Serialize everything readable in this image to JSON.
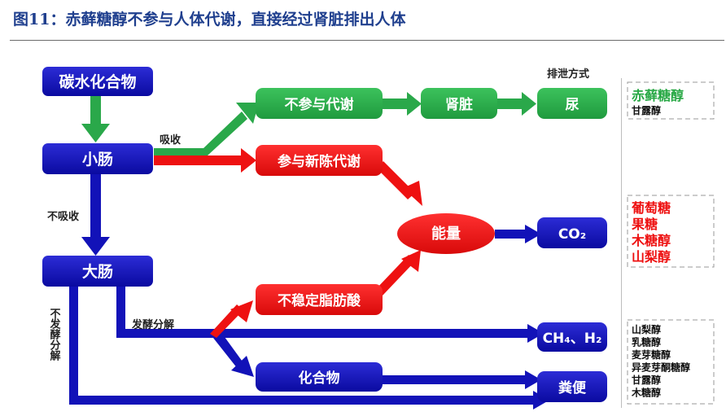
{
  "title": "图11：赤藓糖醇不参与人体代谢，直接经过肾脏排出人体",
  "nodes": {
    "carbs": "碳水化合物",
    "small_intestine": "小肠",
    "large_intestine": "大肠",
    "not_metabolized": "不参与代谢",
    "kidney": "肾脏",
    "urine": "尿",
    "new_metabolism": "参与新陈代谢",
    "energy": "能量",
    "co2": "CO₂",
    "unstable_fatty_acid": "不稳定脂肪酸",
    "ch4_h2": "CH₄、H₂",
    "compounds": "化合物",
    "feces": "粪便"
  },
  "edge_labels": {
    "absorb": "吸收",
    "not_absorb": "不吸收",
    "no_ferment": "不发酵分解",
    "ferment": "发酵分解",
    "excretion_method": "排泄方式"
  },
  "side_lists": {
    "group1": [
      {
        "text": "赤藓糖醇",
        "color": "#27a844"
      },
      {
        "text": "甘露醇",
        "color": "#111111"
      }
    ],
    "group2": [
      {
        "text": "葡萄糖",
        "color": "#ee1111"
      },
      {
        "text": "果糖",
        "color": "#ee1111"
      },
      {
        "text": "木糖醇",
        "color": "#ee1111"
      },
      {
        "text": "山梨醇",
        "color": "#ee1111"
      }
    ],
    "group3": [
      {
        "text": "山梨醇",
        "color": "#111111"
      },
      {
        "text": "乳糖醇",
        "color": "#111111"
      },
      {
        "text": "麦芽糖醇",
        "color": "#111111"
      },
      {
        "text": "异麦芽酮糖醇",
        "color": "#111111"
      },
      {
        "text": "甘露醇",
        "color": "#111111"
      },
      {
        "text": "木糖醇",
        "color": "#111111"
      }
    ]
  },
  "colors": {
    "blue": "#1212b8",
    "green": "#2aa84a",
    "red": "#ee1111",
    "title": "#1f3f8e"
  }
}
